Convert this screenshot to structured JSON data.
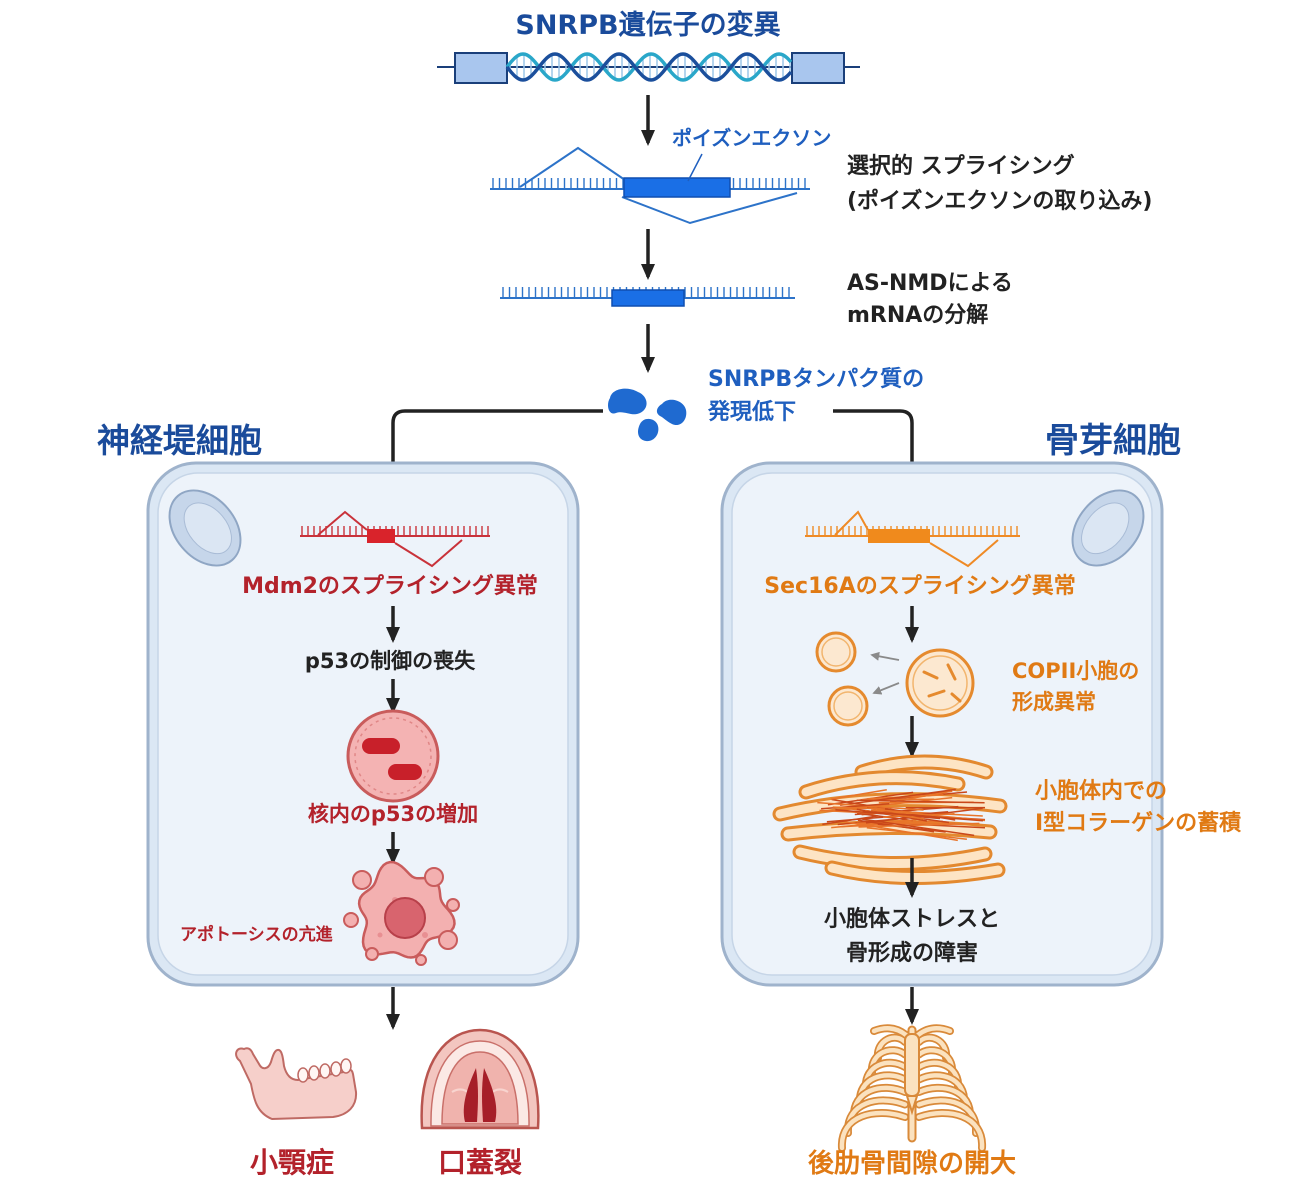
{
  "gene": {
    "title": "SNRPB遺伝子の変異"
  },
  "poison_exon": {
    "label": "ポイズンエクソン"
  },
  "splicing": {
    "line1": "選択的 スプライシング",
    "line2": "(ポイズンエクソンの取り込み)"
  },
  "nmd": {
    "line1": "AS-NMDによる",
    "line2": "mRNAの分解"
  },
  "protein": {
    "line1": "SNRPBタンパク質の",
    "line2": "発現低下"
  },
  "neural_crest": {
    "heading": "神経堤細胞",
    "mdm2_splicing": "Mdm2のスプライシング異常",
    "p53_loss": "p53の制御の喪失",
    "p53_increase": "核内のp53の増加",
    "apoptosis": "アポトーシスの亢進",
    "outcomes": [
      "小顎症",
      "口蓋裂"
    ]
  },
  "osteoblast": {
    "heading": "骨芽細胞",
    "sec16a_splicing": "Sec16Aのスプライシング異常",
    "copii": {
      "line1": "COPII小胞の",
      "line2": "形成異常"
    },
    "collagen": {
      "line1": "小胞体内での",
      "line2": "Ⅰ型コラーゲンの蓄積"
    },
    "er_stress": {
      "line1": "小胞体ストレスと",
      "line2": "骨形成の障害"
    },
    "outcome": "後肋骨間隙の開大"
  },
  "colors": {
    "title_blue": "#1a4b9b",
    "protein_blue": "#1f6ad0",
    "neural_crest_red": "#b3222b",
    "osteoblast_orange": "#e07a14",
    "cell_fill": "#e6eff9"
  },
  "icons": [
    "dna-helix-icon",
    "pre-mrna-icon",
    "mrna-icon",
    "protein-icon",
    "cell-icon",
    "nucleus-icon",
    "apoptotic-cell-icon",
    "vesicle-icon",
    "endoplasmic-reticulum-icon",
    "mandible-icon",
    "cleft-palate-icon",
    "ribcage-icon",
    "arrow-down-icon"
  ]
}
